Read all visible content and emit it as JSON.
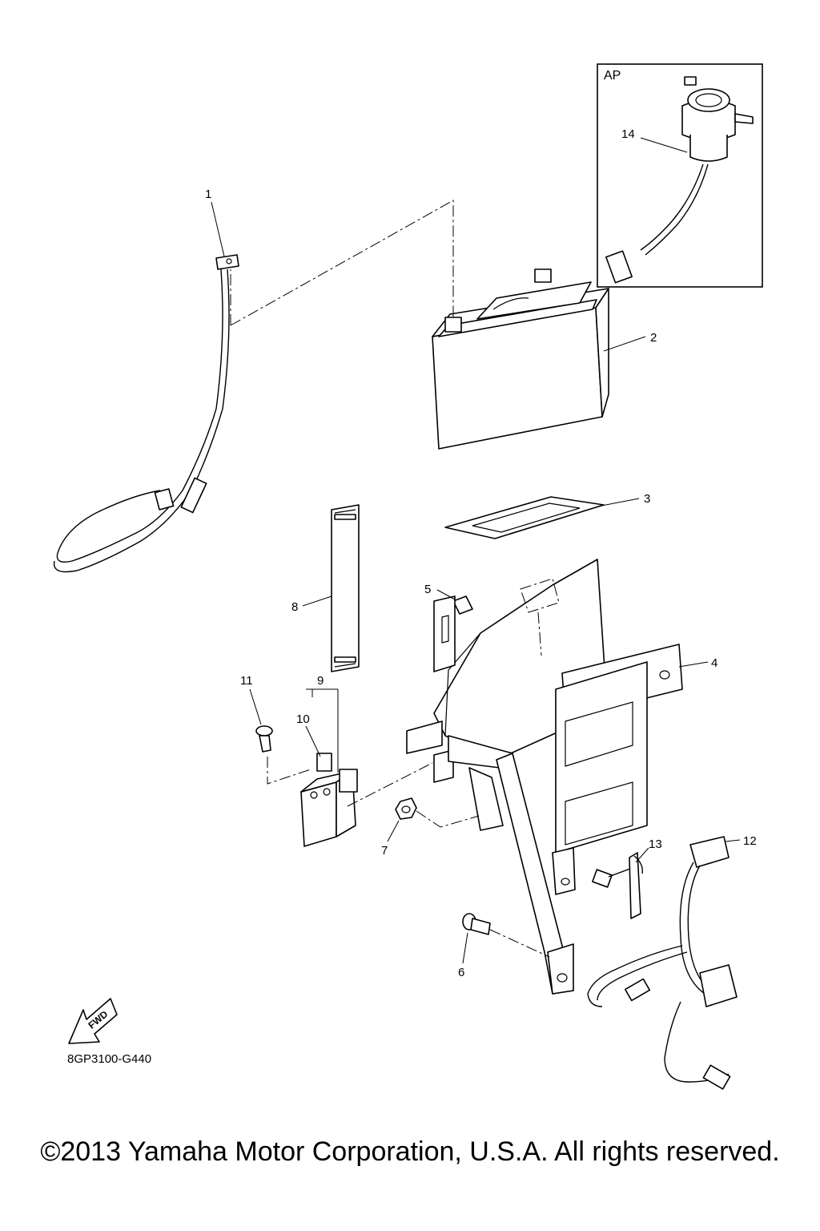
{
  "diagram": {
    "inset_label": "AP",
    "part_labels": [
      "1",
      "2",
      "3",
      "4",
      "5",
      "6",
      "7",
      "8",
      "9",
      "10",
      "11",
      "12",
      "13",
      "14"
    ],
    "drawing_code": "8GP3100-G440",
    "fwd_text": "FWD"
  },
  "footer": {
    "copyright": "©2013 Yamaha Motor Corporation, U.S.A. All rights reserved."
  }
}
